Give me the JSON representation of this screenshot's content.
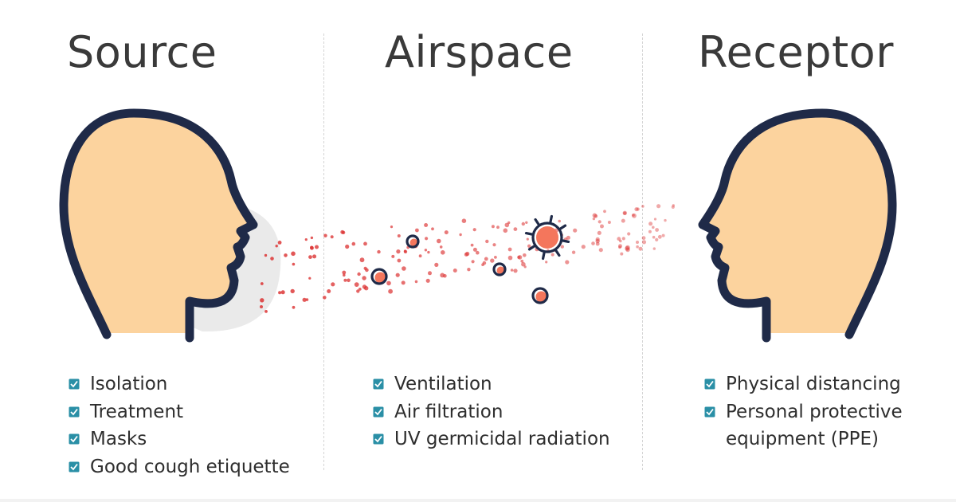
{
  "columns": [
    {
      "title": "Source",
      "items": [
        "Isolation",
        "Treatment",
        "Masks",
        "Good cough etiquette"
      ]
    },
    {
      "title": "Airspace",
      "items": [
        "Ventilation",
        "Air filtration",
        "UV germicidal radiation"
      ]
    },
    {
      "title": "Receptor",
      "items": [
        "Physical distancing",
        "Personal protective",
        "equipment (PPE)"
      ]
    }
  ],
  "colors": {
    "head_fill": "#fcd39e",
    "head_outline": "#1f2a48",
    "droplet": "#dc3232",
    "virus": "#f4765c",
    "bullet": "#2a8fa6",
    "title_text": "#3a3a3a"
  },
  "icons": {
    "bullet": "check-square-icon",
    "source": "head-profile-icon",
    "receptor": "head-profile-icon",
    "pathogen": "virus-icon"
  }
}
